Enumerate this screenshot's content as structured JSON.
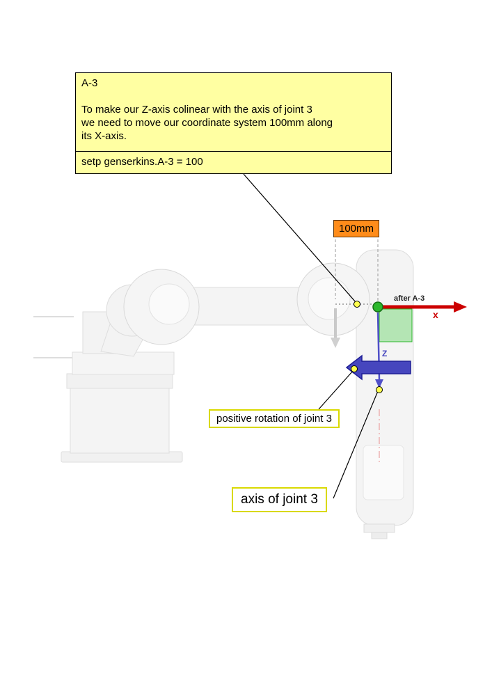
{
  "colors": {
    "callout_bg": "#ffffa2",
    "dimension_bg": "#ff8c1a",
    "note_border": "#d9d900",
    "x_axis_red": "#cc0000",
    "z_axis_blue": "#4646be",
    "origin_green": "#2db82d",
    "marker_yellow": "#ffff4d"
  },
  "callout": {
    "title": "A-3",
    "line1": "To make our Z-axis colinear with the axis of joint 3",
    "line2": "we need to move our coordinate system 100mm along",
    "line3": "its X-axis.",
    "command": "setp genserkins.A-3 = 100"
  },
  "annotations": {
    "dimension_label": "100mm",
    "after_label": "after A-3",
    "x_axis_label": "x",
    "z_axis_label": "Z",
    "rotation_label": "positive rotation of joint 3",
    "axis_label": "axis of joint 3"
  }
}
